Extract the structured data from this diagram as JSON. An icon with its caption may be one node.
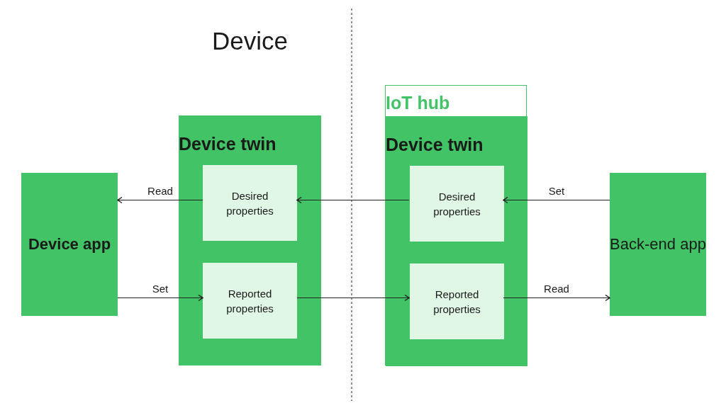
{
  "diagram": {
    "nodes": [
      {
        "text": [
          "Device app"
        ]
      },
      {
        "text": [
          "Device twin"
        ]
      },
      {
        "text": [
          "Desired properties"
        ],
        "in": 1
      },
      {
        "text": [
          "Reported properties"
        ],
        "in": 1
      },
      {
        "text": [
          "IoT hub"
        ]
      },
      {
        "text": [
          "Device twin"
        ],
        "in": 4
      },
      {
        "text": [
          "Desired properties"
        ],
        "in": 5
      },
      {
        "text": [
          "Reported properties"
        ],
        "in": 5
      },
      {
        "text": [
          "Back-end app"
        ]
      }
    ],
    "edges": [
      {
        "from": 2,
        "to": 0,
        "arrow": "to",
        "label": "Read"
      },
      {
        "from": 0,
        "to": 3,
        "arrow": "to",
        "label": "Set"
      },
      {
        "from": 6,
        "to": 2,
        "arrow": "to"
      },
      {
        "from": 3,
        "to": 7,
        "arrow": "to"
      },
      {
        "from": 8,
        "to": 6,
        "arrow": "to",
        "label": "Set"
      },
      {
        "from": 7,
        "to": 8,
        "arrow": "to",
        "label": "Read"
      }
    ],
    "labels": [
      "Device"
    ]
  }
}
